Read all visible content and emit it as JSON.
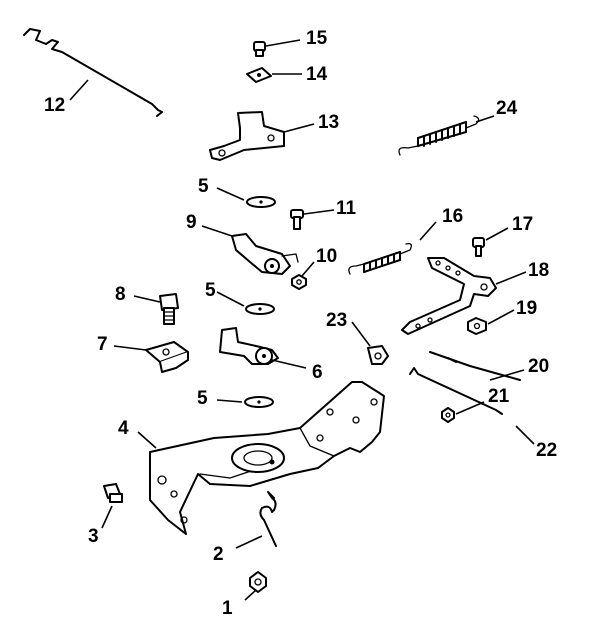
{
  "callouts": {
    "n1": "1",
    "n2": "2",
    "n3": "3",
    "n4": "4",
    "n5a": "5",
    "n5b": "5",
    "n5c": "5",
    "n6": "6",
    "n7": "7",
    "n8": "8",
    "n9": "9",
    "n10": "10",
    "n11": "11",
    "n12": "12",
    "n13": "13",
    "n14": "14",
    "n15": "15",
    "n16": "16",
    "n17": "17",
    "n18": "18",
    "n19": "19",
    "n20": "20",
    "n21": "21",
    "n22": "22",
    "n23": "23",
    "n24": "24"
  }
}
